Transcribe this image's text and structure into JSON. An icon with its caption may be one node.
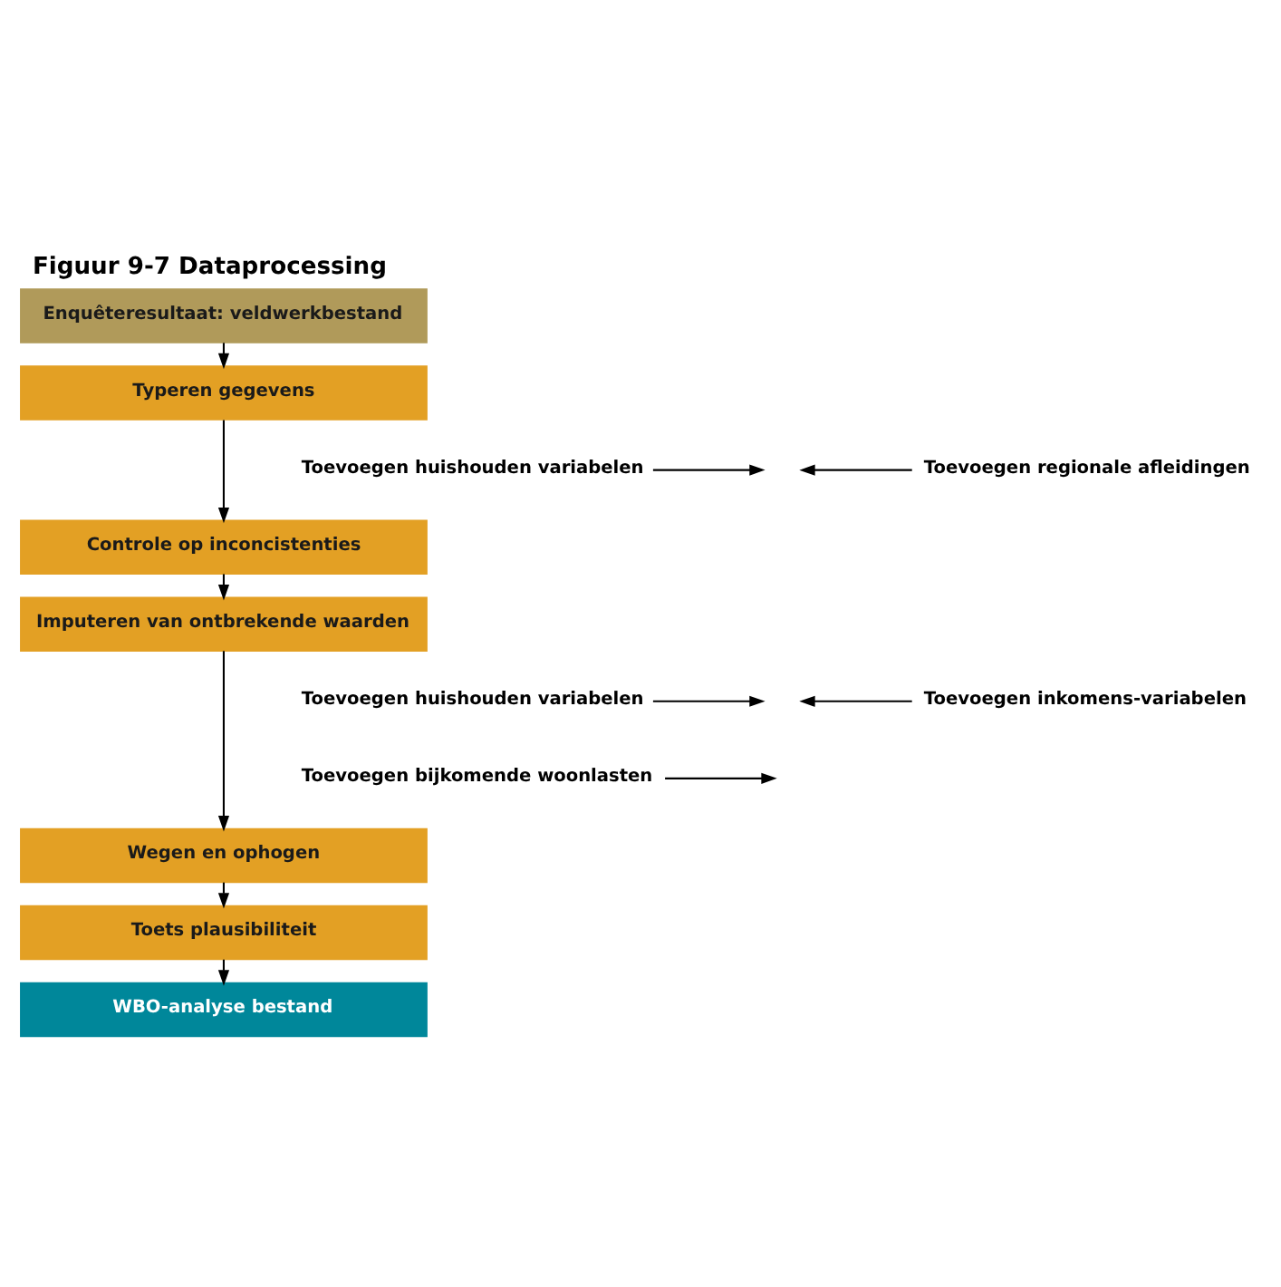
{
  "diagram": {
    "title": "Figuur 9-7 Dataprocessing",
    "nodes": [
      {
        "text": [
          "Enquêteresultaat: veldwerkbestand"
        ]
      },
      {
        "text": [
          "Typeren gegevens"
        ]
      },
      {
        "text": [
          "Controle op inconcistenties"
        ]
      },
      {
        "text": [
          "Imputeren van ontbrekende waarden"
        ]
      },
      {
        "text": [
          "Wegen en ophogen"
        ]
      },
      {
        "text": [
          "Toets plausibiliteit"
        ]
      },
      {
        "text": [
          "WBO-analyse bestand"
        ]
      },
      {
        "text": [
          "Toevoegen huishouden variabelen"
        ]
      },
      {
        "text": [
          "Toevoegen regionale afleidingen"
        ]
      },
      {
        "text": [
          "Toevoegen huishouden variabelen"
        ]
      },
      {
        "text": [
          "Toevoegen bijkomende woonlasten"
        ]
      },
      {
        "text": [
          "Toevoegen inkomens-variabelen"
        ]
      }
    ],
    "edges": [
      {
        "from": 0,
        "to": 1,
        "arrow": "to"
      },
      {
        "from": 1,
        "to": 2,
        "arrow": "to"
      },
      {
        "from": 2,
        "to": 3,
        "arrow": "to"
      },
      {
        "from": 3,
        "to": 4,
        "arrow": "to"
      },
      {
        "from": 4,
        "to": 5,
        "arrow": "to"
      },
      {
        "from": 5,
        "to": 6,
        "arrow": "to"
      },
      {
        "from": 7,
        "to": null,
        "arrow": "to"
      },
      {
        "from": 8,
        "to": null,
        "arrow": "to"
      },
      {
        "from": 9,
        "to": null,
        "arrow": "to"
      },
      {
        "from": 10,
        "to": null,
        "arrow": "to"
      },
      {
        "from": 11,
        "to": null,
        "arrow": "to"
      }
    ]
  }
}
